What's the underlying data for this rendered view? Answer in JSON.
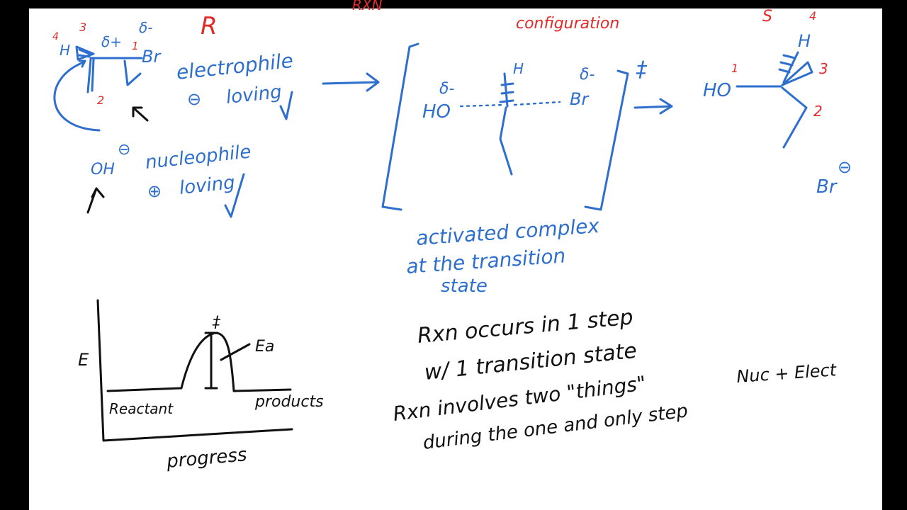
{
  "top_left_configuration": "R",
  "top_center_partial": "RXN",
  "configuration_label": "configuration",
  "top_right_configuration": "S",
  "substrate": {
    "priority_4": "4",
    "priority_3": "3",
    "priority_1": "1",
    "priority_2": "2",
    "hydrogen": "H",
    "delta_plus": "δ+",
    "delta_minus": "δ-",
    "bromine": "Br"
  },
  "electrophile_note": {
    "line1": "electrophile",
    "symbol": "⊖",
    "line2": "loving"
  },
  "hydroxide": {
    "label": "OH",
    "charge": "⊖"
  },
  "nucleophile_note": {
    "line1": "nucleophile",
    "symbol": "⊕",
    "line2": "loving"
  },
  "transition_state": {
    "ho": "HO",
    "delta_left": "δ-",
    "h": "H",
    "br": "Br",
    "delta_right": "δ-",
    "double_dagger": "‡"
  },
  "activated_complex_note": {
    "line1": "activated complex",
    "line2": "at the transition",
    "line3": "state"
  },
  "product": {
    "ho": "HO",
    "priority_1": "1",
    "h": "H",
    "priority_4": "4",
    "priority_3": "3",
    "priority_2": "2",
    "bromide": "Br",
    "bromide_charge": "⊖"
  },
  "energy_diagram": {
    "y_axis": "E",
    "x_axis": "progress",
    "reactant": "Reactant",
    "products": "products",
    "ea": "Ea",
    "peak_mark": "‡"
  },
  "notes": {
    "line1": "Rxn occurs in 1 step",
    "line2": "w/ 1 transition state",
    "line3_a": "Rxn involves two \"things\"",
    "line3_b": "Nuc + Elect",
    "line4": "during the one and only step"
  }
}
